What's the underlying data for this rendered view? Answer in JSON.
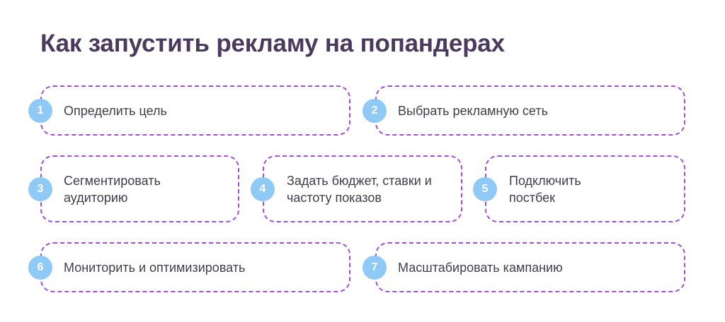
{
  "title": "Как запустить рекламу на попандерах",
  "steps": [
    {
      "number": "1",
      "label": "Определить цель"
    },
    {
      "number": "2",
      "label": "Выбрать рекламную сеть"
    },
    {
      "number": "3",
      "label": "Сегментировать аудиторию"
    },
    {
      "number": "4",
      "label": "Задать бюджет, ставки и частоту показов"
    },
    {
      "number": "5",
      "label": "Подключить постбек"
    },
    {
      "number": "6",
      "label": "Мониторить и оптимизировать"
    },
    {
      "number": "7",
      "label": "Масштабировать кампанию"
    }
  ],
  "colors": {
    "title": "#4a3a5e",
    "card_border": "#a14fd6",
    "badge_fill": "#8fcaf6",
    "label": "#3e3f4a"
  }
}
